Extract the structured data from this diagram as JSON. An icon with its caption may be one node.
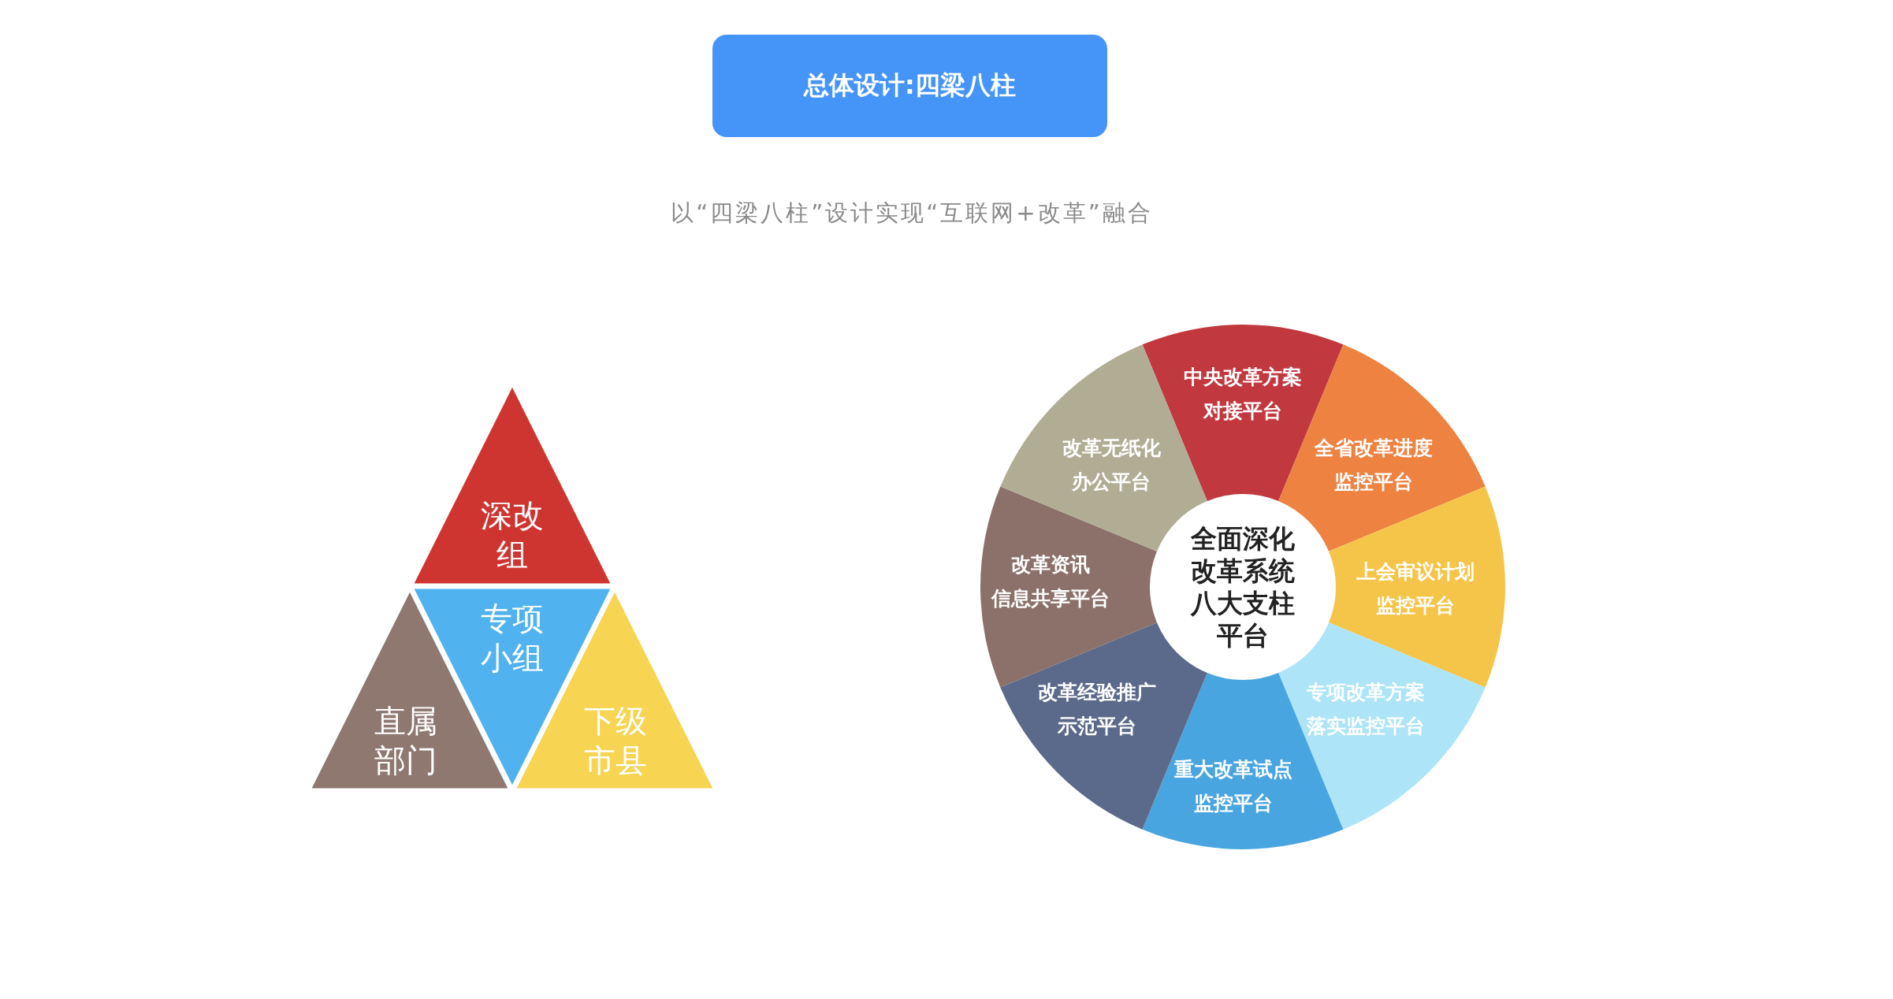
{
  "diagram": {
    "title": "总体设计:四梁八柱",
    "nodes": [
      {
        "text": [
          "深改组"
        ]
      },
      {
        "text": [
          "专项小组"
        ]
      },
      {
        "text": [
          "直属部门"
        ]
      },
      {
        "text": [
          "下级市县"
        ]
      },
      {
        "text": [
          "全面深化改革系统八大支柱平台"
        ]
      },
      {
        "text": [
          "中央改革方案对接平台"
        ]
      },
      {
        "text": [
          "全省改革进度监控平台"
        ]
      },
      {
        "text": [
          "上会审议计划监控平台"
        ]
      },
      {
        "text": [
          "专项改革方案落实监控平台"
        ]
      },
      {
        "text": [
          "重大改革试点监控平台"
        ]
      },
      {
        "text": [
          "改革经验推广示范平台"
        ]
      },
      {
        "text": [
          "改革资讯信息共享平台"
        ]
      },
      {
        "text": [
          "改革无纸化办公平台"
        ]
      }
    ],
    "labels": [
      "以“四梁八柱”设计实现“互联网+改革”融合"
    ]
  }
}
